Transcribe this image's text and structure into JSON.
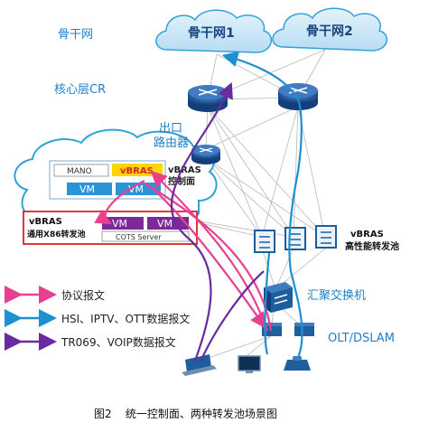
{
  "layers": {
    "backbone": "骨干网",
    "core": "核心层CR"
  },
  "clouds": {
    "net1": "骨干网1",
    "net2": "骨干网2"
  },
  "exit_router": {
    "line1": "出口",
    "line2": "路由器"
  },
  "control_box": {
    "mano": "MANO",
    "vbras": "vBRAS",
    "vm1": "VM",
    "vm2": "VM",
    "side_line1": "vBRAS",
    "side_line2": "控制面"
  },
  "x86_box": {
    "line1": "vBRAS",
    "line2": "通用X86转发池",
    "vm1": "VM",
    "vm2": "VM",
    "server": "COTS Server"
  },
  "hp_pool": {
    "line1": "vBRAS",
    "line2": "高性能转发池"
  },
  "aggregation": "汇聚交换机",
  "access": "OLT/DSLAM",
  "legend": [
    {
      "label": "协议报文",
      "color": "#e8408f"
    },
    {
      "label": "HSI、IPTV、OTT数据报文",
      "color": "#1e8fd0"
    },
    {
      "label": "TR069、VOIP数据报文",
      "color": "#6a2aa0"
    }
  ],
  "caption": "图2    统一控制面、两种转发池场景图",
  "colors": {
    "label_blue": "#1e7fc8",
    "cloud_stroke": "#2fa3d8",
    "device_blue": "#1c5f9c",
    "yellow": "#ffd400",
    "purple_vm": "#7b2a9a",
    "red_box": "#d8242c"
  }
}
